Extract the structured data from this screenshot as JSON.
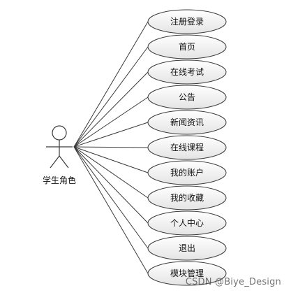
{
  "actor": {
    "label": "学生角色",
    "icon": "stick-figure-icon"
  },
  "use_cases": [
    "注册登录",
    "首页",
    "在线考试",
    "公告",
    "新闻资讯",
    "在线课程",
    "我的账户",
    "我的收藏",
    "个人中心",
    "退出",
    "模块管理"
  ],
  "watermark": "CSDN @Biye_Design",
  "colors": {
    "ellipse_fill_top": "#ffffff",
    "ellipse_fill_bottom": "#e4e4e4",
    "stroke": "#3a3a3a",
    "text": "#111111"
  }
}
